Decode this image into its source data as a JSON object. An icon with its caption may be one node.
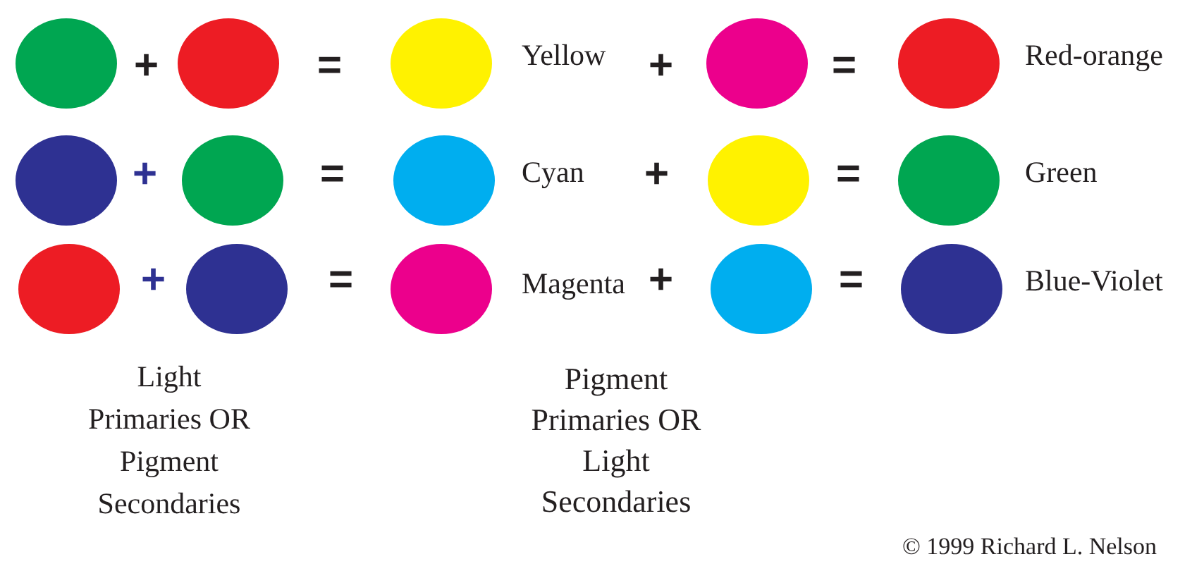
{
  "diagram": {
    "nodes": [
      {
        "text": [],
        "shape": "circle"
      },
      {
        "text": [],
        "shape": "circle"
      },
      {
        "text": [],
        "shape": "circle",
        "beside": [
          "Yellow"
        ]
      },
      {
        "text": [],
        "shape": "circle"
      },
      {
        "text": [],
        "shape": "circle",
        "beside": [
          "Red-orange"
        ]
      },
      {
        "text": [],
        "shape": "circle"
      },
      {
        "text": [],
        "shape": "circle"
      },
      {
        "text": [],
        "shape": "circle",
        "beside": [
          "Cyan"
        ]
      },
      {
        "text": [],
        "shape": "circle"
      },
      {
        "text": [],
        "shape": "circle",
        "beside": [
          "Green"
        ]
      },
      {
        "text": [],
        "shape": "circle"
      },
      {
        "text": [],
        "shape": "circle"
      },
      {
        "text": [],
        "shape": "circle",
        "beside": [
          "Magenta"
        ]
      },
      {
        "text": [],
        "shape": "circle"
      },
      {
        "text": [],
        "shape": "circle",
        "beside": [
          "Blue-Violet"
        ]
      }
    ],
    "edges": [],
    "labels": [
      "+",
      "=",
      "+",
      "=",
      "+",
      "=",
      "+",
      "=",
      "+",
      "=",
      "+",
      "=",
      "Light Primaries OR Pigment Secondaries",
      "Pigment Primaries OR Light Secondaries",
      "© 1999 Richard L. Nelson"
    ]
  }
}
